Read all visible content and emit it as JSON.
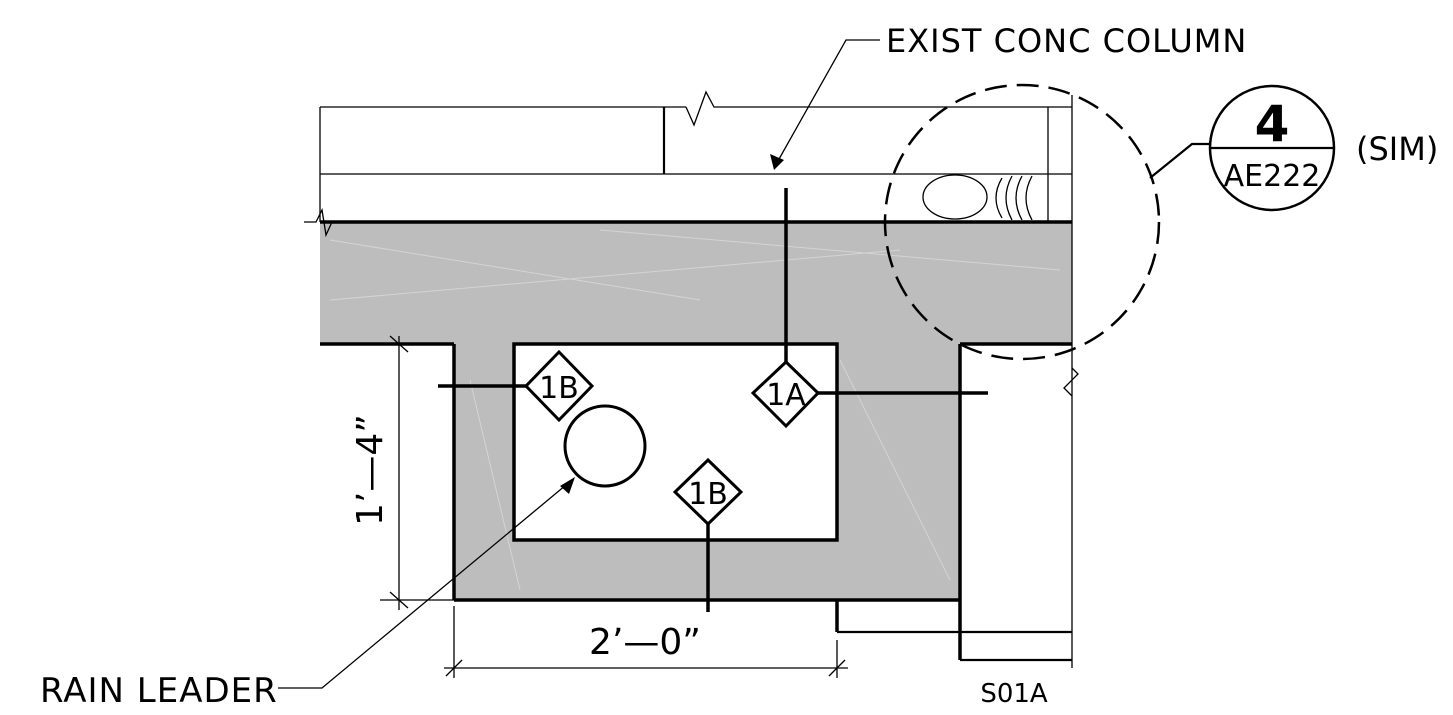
{
  "colors": {
    "line": "#000000",
    "fill": "#bdbdbd",
    "background": "#ffffff"
  },
  "labels": {
    "exist_column": "EXIST CONC COLUMN",
    "rain_leader": "RAIN LEADER",
    "sim": "(SIM)",
    "sheet_id": "S01A"
  },
  "detail_callout": {
    "number": "4",
    "sheet": "AE222"
  },
  "tags": {
    "tag_1b_left": "1B",
    "tag_1a": "1A",
    "tag_1b_bottom": "1B"
  },
  "dimensions": {
    "height": "1’—4”",
    "width": "2’—0”"
  }
}
